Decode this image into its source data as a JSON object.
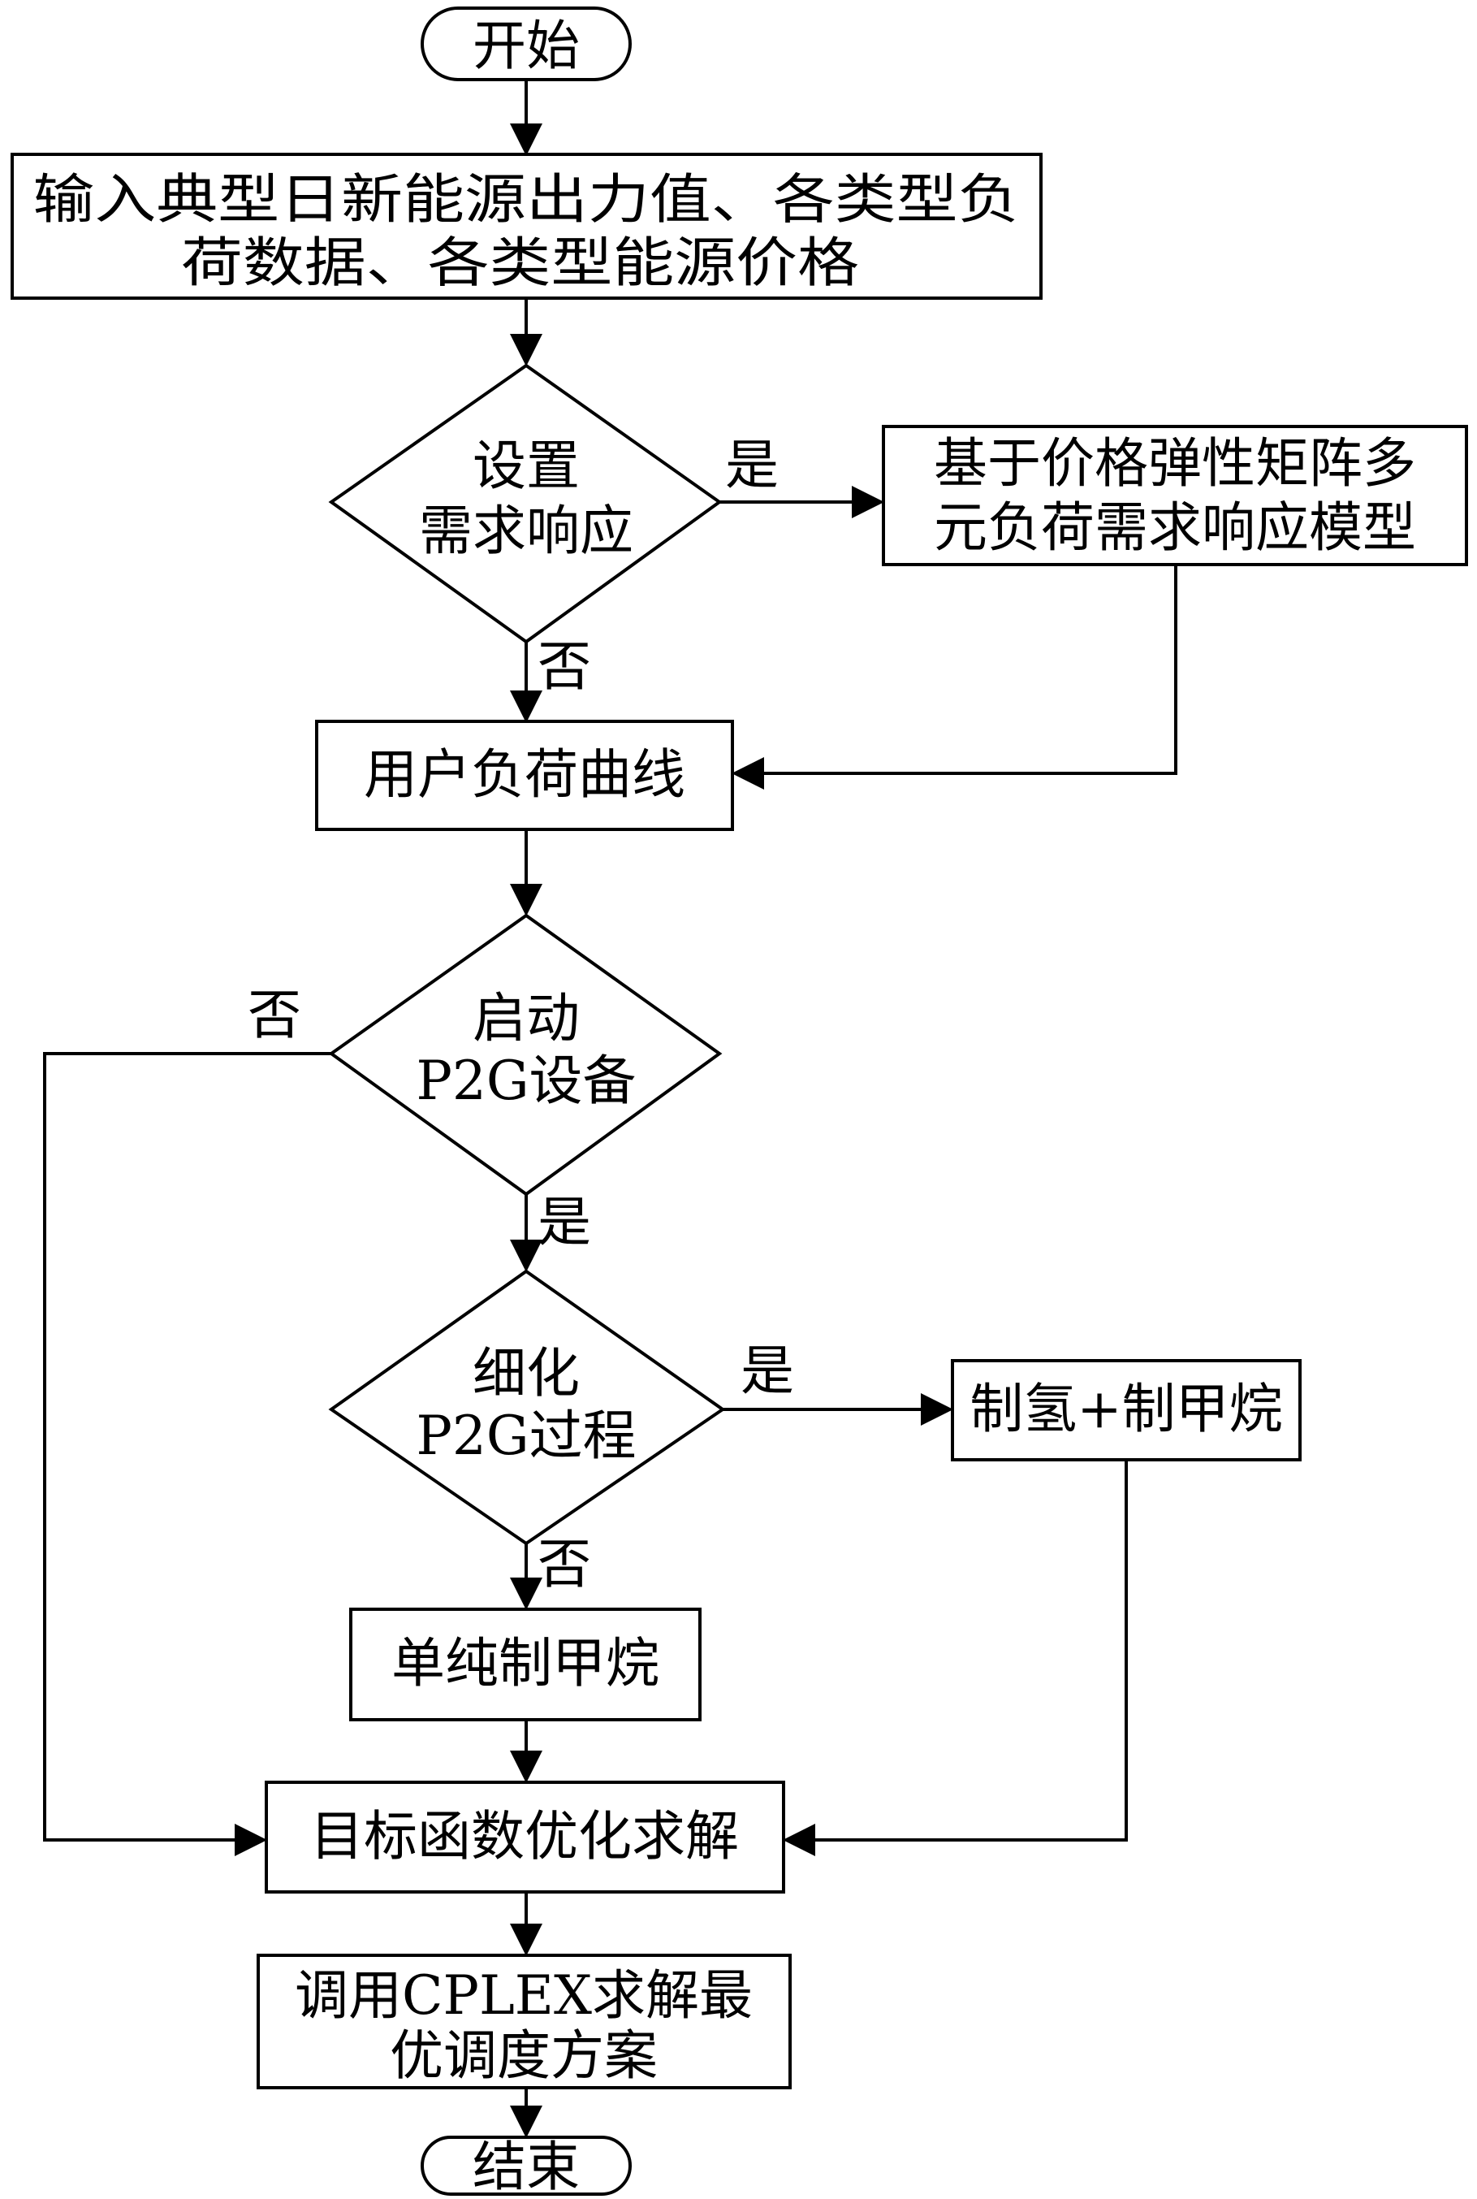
{
  "nodes": {
    "start": "开始",
    "input_line1": "输入典型日新能源出力值、各类型负",
    "input_line2": "荷数据、各类型能源价格",
    "dr_decision_line1": "设置",
    "dr_decision_line2": "需求响应",
    "dr_model_line1": "基于价格弹性矩阵多",
    "dr_model_line2": "元负荷需求响应模型",
    "load_curve": "用户负荷曲线",
    "p2g_start_line1": "启动",
    "p2g_start_line2": "P2G设备",
    "p2g_refine_line1": "细化",
    "p2g_refine_line2": "P2G过程",
    "h2_methane": "制氢+制甲烷",
    "methane_only": "单纯制甲烷",
    "objective": "目标函数优化求解",
    "cplex_line1": "调用CPLEX求解最",
    "cplex_line2": "优调度方案",
    "end": "结束"
  },
  "edge_labels": {
    "dr_yes": "是",
    "dr_no": "否",
    "p2g_no": "否",
    "p2g_yes": "是",
    "refine_yes": "是",
    "refine_no": "否"
  }
}
